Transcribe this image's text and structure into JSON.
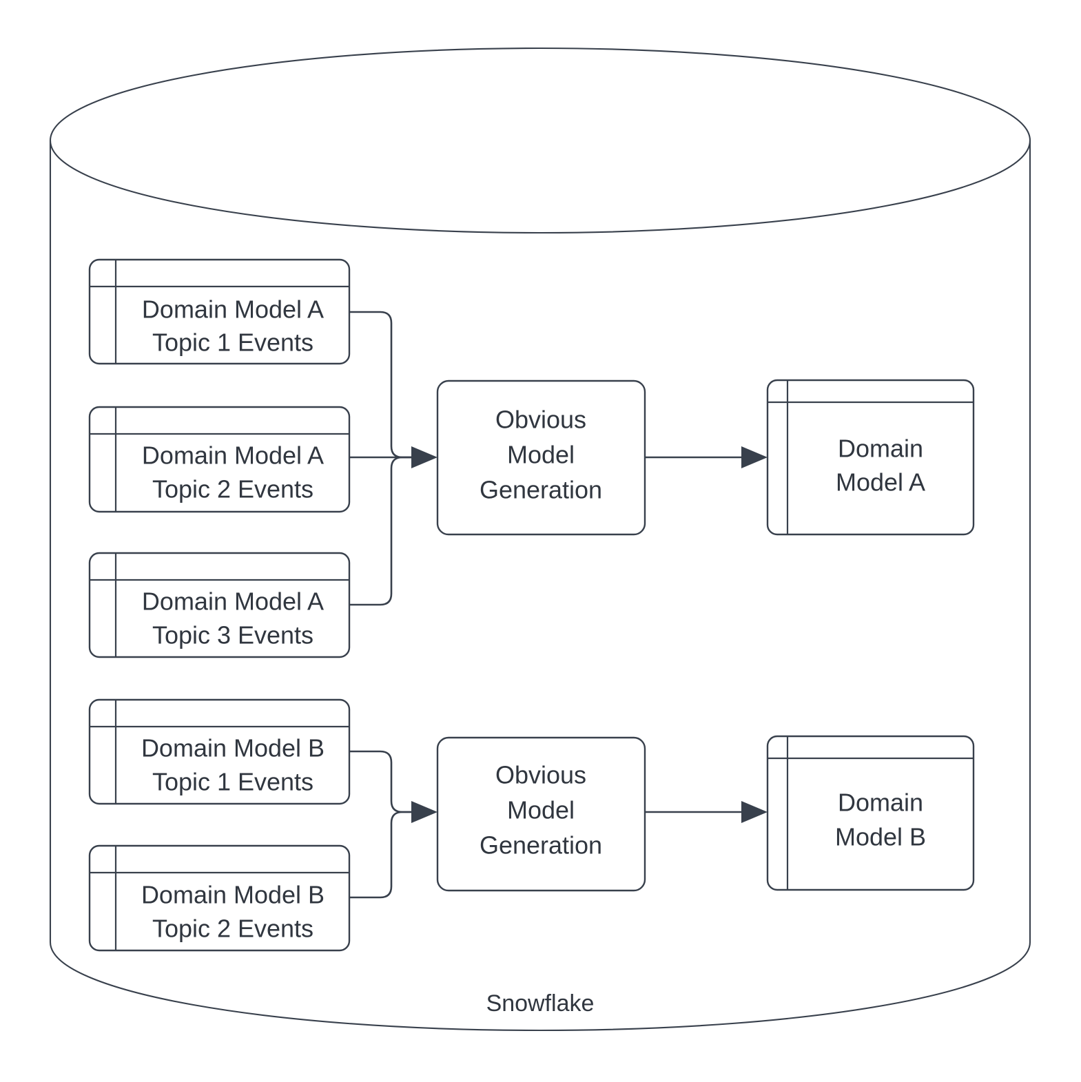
{
  "diagram": {
    "title_label": "Snowflake",
    "container": {
      "name": "snowflake-cylinder",
      "label": "Snowflake",
      "shape": "cylinder"
    },
    "stroke_color": "#38404c",
    "text_color": "#30363f",
    "background_color": "#ffffff",
    "sources": [
      {
        "id": "a-topic-1",
        "line1": "Domain Model A",
        "line2": "Topic 1 Events",
        "shape": "table"
      },
      {
        "id": "a-topic-2",
        "line1": "Domain Model A",
        "line2": "Topic 2 Events",
        "shape": "table"
      },
      {
        "id": "a-topic-3",
        "line1": "Domain Model A",
        "line2": "Topic 3 Events",
        "shape": "table"
      },
      {
        "id": "b-topic-1",
        "line1": "Domain Model B",
        "line2": "Topic 1 Events",
        "shape": "table"
      },
      {
        "id": "b-topic-2",
        "line1": "Domain Model B",
        "line2": "Topic 2 Events",
        "shape": "table"
      }
    ],
    "processes": [
      {
        "id": "obvious-model-generation-a",
        "line1": "Obvious",
        "line2": "Model",
        "line3": "Generation",
        "shape": "rounded-rect"
      },
      {
        "id": "obvious-model-generation-b",
        "line1": "Obvious",
        "line2": "Model",
        "line3": "Generation",
        "shape": "rounded-rect"
      }
    ],
    "outputs": [
      {
        "id": "domain-model-a",
        "line1": "Domain",
        "line2": "Model A",
        "shape": "table"
      },
      {
        "id": "domain-model-b",
        "line1": "Domain",
        "line2": "Model B",
        "shape": "table"
      }
    ],
    "edges": [
      {
        "from": "a-topic-1",
        "to": "obvious-model-generation-a"
      },
      {
        "from": "a-topic-2",
        "to": "obvious-model-generation-a"
      },
      {
        "from": "a-topic-3",
        "to": "obvious-model-generation-a"
      },
      {
        "from": "obvious-model-generation-a",
        "to": "domain-model-a"
      },
      {
        "from": "b-topic-1",
        "to": "obvious-model-generation-b"
      },
      {
        "from": "b-topic-2",
        "to": "obvious-model-generation-b"
      },
      {
        "from": "obvious-model-generation-b",
        "to": "domain-model-b"
      }
    ]
  }
}
